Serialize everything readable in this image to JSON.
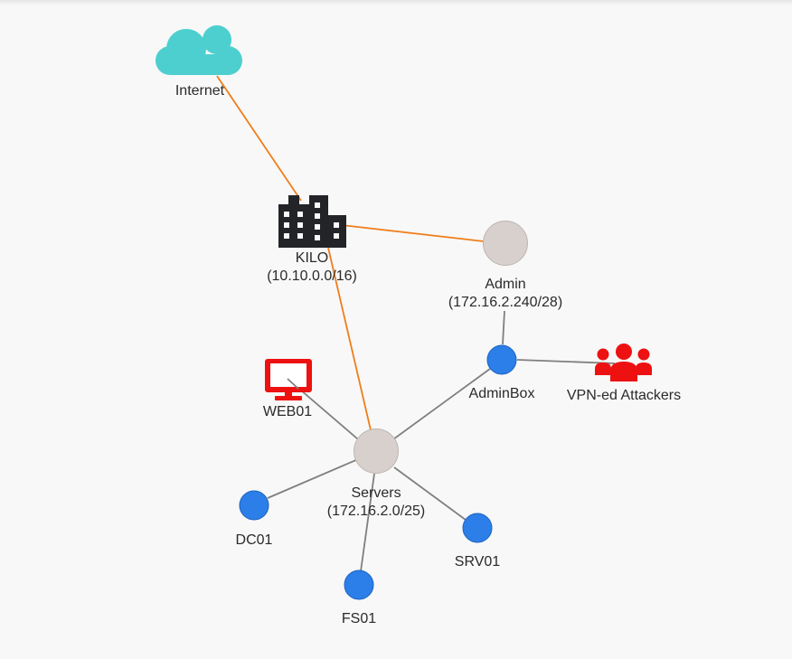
{
  "colors": {
    "background": "#f8f8f8",
    "uplink_edge": "#f07d1a",
    "link_edge": "#7f7f7f",
    "cloud": "#4dcfcf",
    "building": "#222428",
    "subnet_node": "#d7d0cc",
    "host_node": "#2c7ee8",
    "alert": "#ee1111"
  },
  "nodes": {
    "internet": {
      "label": "Internet",
      "icon": "cloud-icon"
    },
    "kilo": {
      "label": "KILO",
      "subnet": "(10.10.0.0/16)",
      "icon": "building-icon"
    },
    "admin": {
      "label": "Admin",
      "subnet": "(172.16.2.240/28)"
    },
    "adminbox": {
      "label": "AdminBox"
    },
    "vpn_attackers": {
      "label": "VPN-ed Attackers",
      "icon": "users-group-icon"
    },
    "web01": {
      "label": "WEB01",
      "icon": "monitor-icon"
    },
    "servers": {
      "label": "Servers",
      "subnet": "(172.16.2.0/25)"
    },
    "dc01": {
      "label": "DC01"
    },
    "srv01": {
      "label": "SRV01"
    },
    "fs01": {
      "label": "FS01"
    }
  }
}
